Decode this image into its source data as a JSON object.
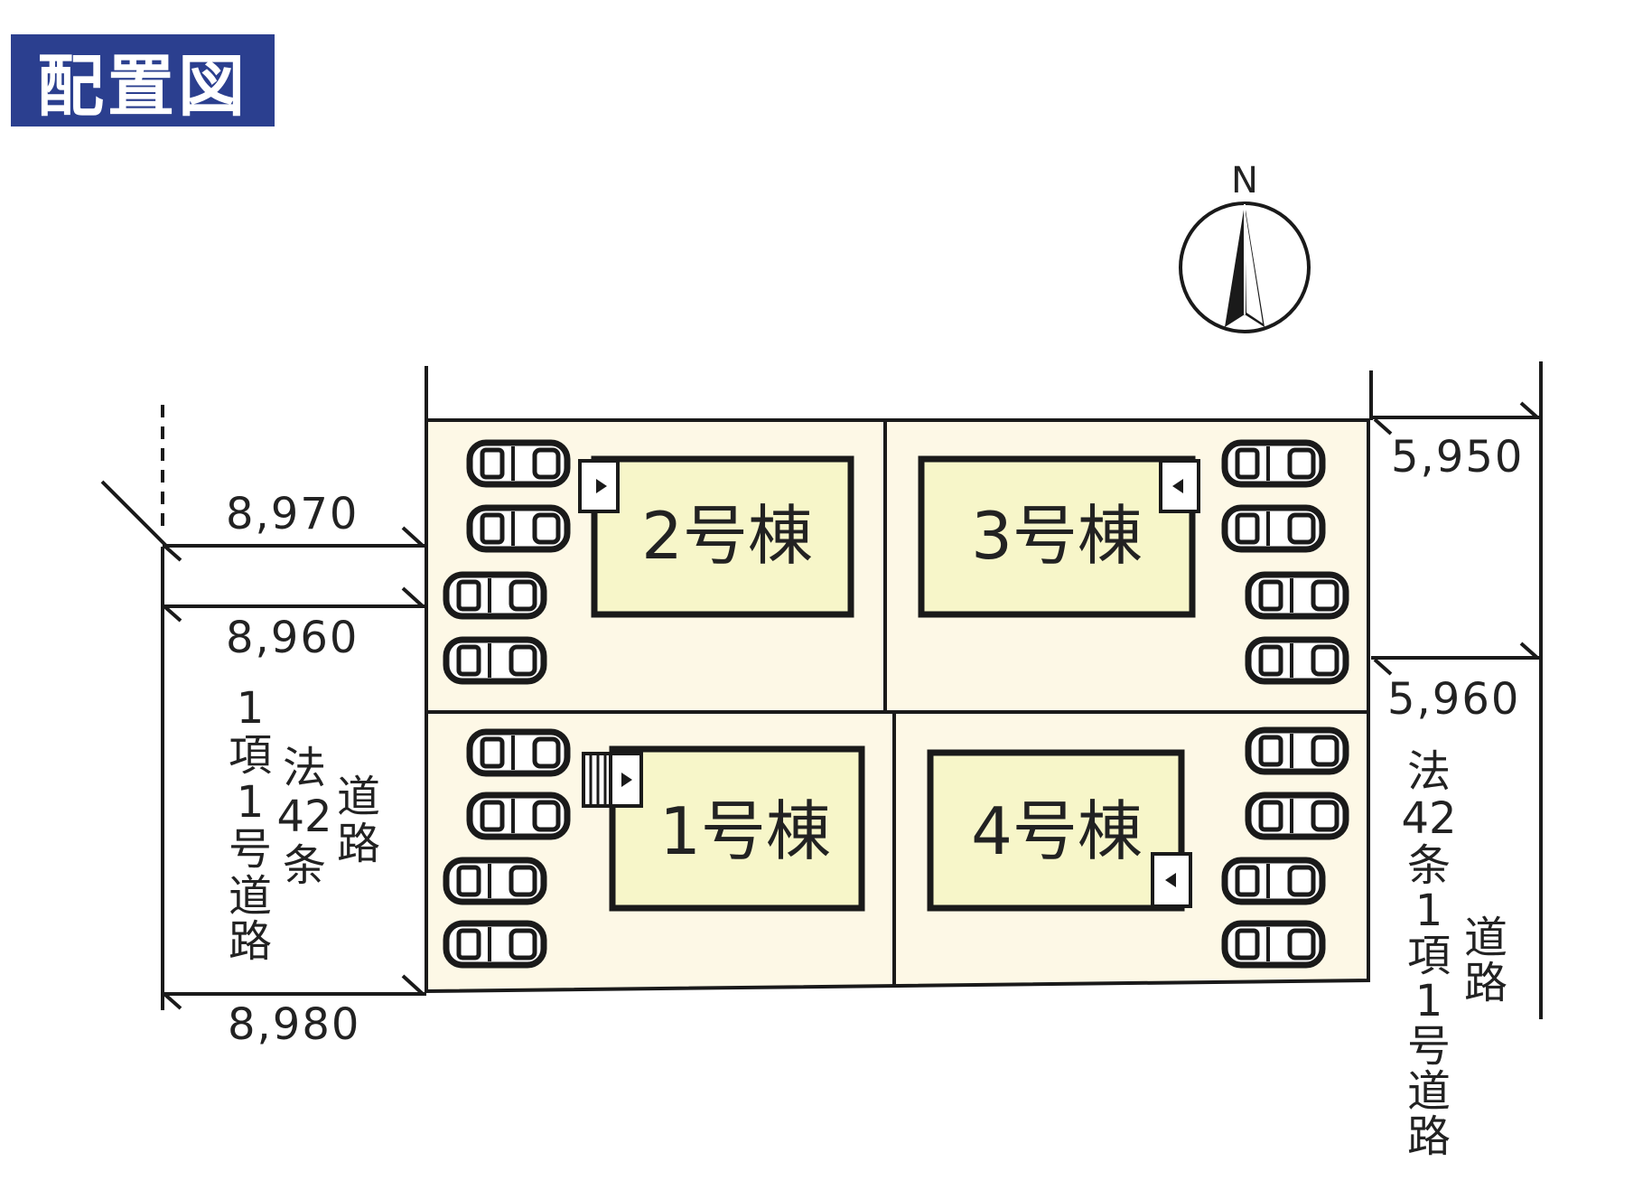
{
  "title": "配置図",
  "north_label": "N",
  "buildings": [
    {
      "label": "2号棟"
    },
    {
      "label": "3号棟"
    },
    {
      "label": "1号棟"
    },
    {
      "label": "4号棟"
    }
  ],
  "dimensions": {
    "left_upper": "8,970",
    "left_middle": "8,960",
    "left_bottom": "8,980",
    "right_upper": "5,950",
    "right_lower": "5,960"
  },
  "roads": {
    "left": {
      "col1": [
        "1",
        "項",
        "1",
        "号",
        "道",
        "路"
      ],
      "col2": [
        "法",
        "42",
        "条"
      ],
      "col3": [
        "道",
        "路"
      ]
    },
    "right": {
      "col1": [
        "法",
        "42",
        "条",
        "1",
        "項",
        "1",
        "号",
        "道",
        "路"
      ],
      "col2": [
        "道",
        "路"
      ]
    }
  },
  "colors": {
    "title_bg": "#2b3f8f",
    "lot_fill": "#fdf8e6",
    "building_fill": "#f7f6c9",
    "line": "#1a1a1a"
  }
}
